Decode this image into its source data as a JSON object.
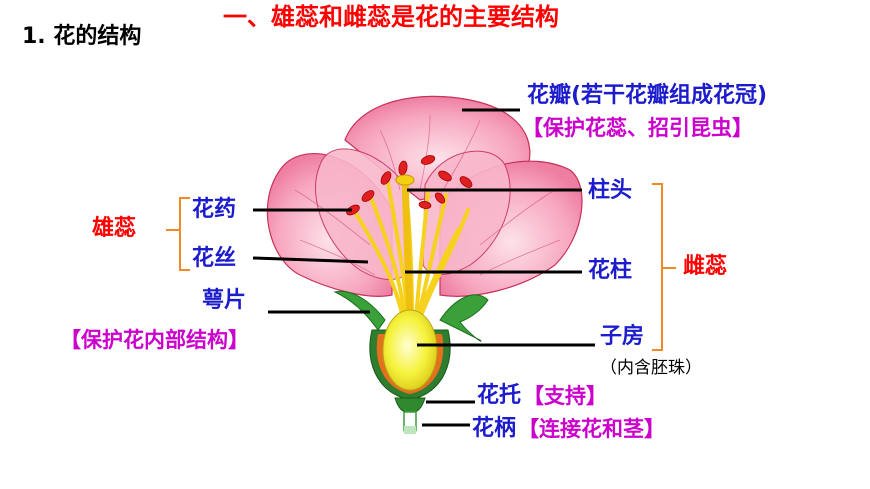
{
  "heading": {
    "title": "一、雄蕊和雌蕊是花的主要结构",
    "subtitle": "1. 花的结构"
  },
  "labels": {
    "petal": "花瓣(若干花瓣组成花冠)",
    "petal_function": "【保护花蕊、招引昆虫】",
    "stigma": "柱头",
    "style": "花柱",
    "pistil": "雌蕊",
    "ovary": "子房",
    "ovary_note": "（内含胚珠）",
    "anther": "花药",
    "filament": "花丝",
    "stamen": "雄蕊",
    "sepal": "萼片",
    "sepal_function": "【保护花内部结构】",
    "receptacle": "花托",
    "receptacle_function": "【支持】",
    "pedicel": "花柄",
    "pedicel_function": "【连接花和茎】"
  },
  "colors": {
    "heading_red": "#ff0000",
    "label_blue": "#1c1ccd",
    "function_magenta": "#cc00cc",
    "bracket_orange": "#f08a24",
    "petal_pink": "#f7a6c0",
    "petal_outline": "#c8325a",
    "anther_red": "#e02020",
    "filament_yellow": "#f6d21e",
    "ovary_yellow": "#f5f23a",
    "sepal_green": "#3aa03a"
  }
}
